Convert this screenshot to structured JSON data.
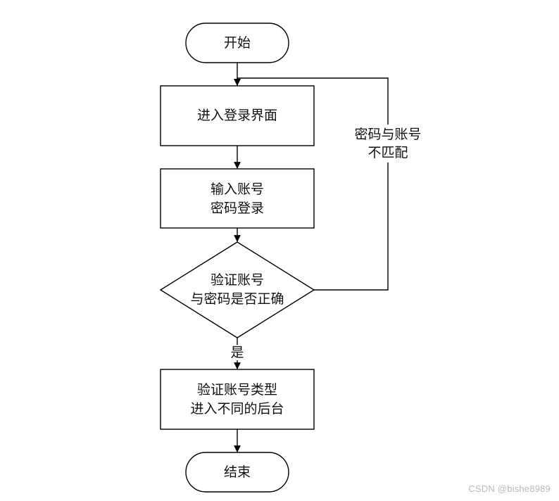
{
  "flowchart": {
    "start": "开始",
    "enter_login": "进入登录界面",
    "input": [
      "输入账号",
      "密码登录"
    ],
    "decision": [
      "验证账号",
      "与密码是否正确"
    ],
    "mismatch_label": [
      "密码与账号",
      "不匹配"
    ],
    "yes_label": "是",
    "route": [
      "验证账号类型",
      "进入不同的后台"
    ],
    "end": "结束"
  },
  "watermark": "CSDN @bishe8989"
}
